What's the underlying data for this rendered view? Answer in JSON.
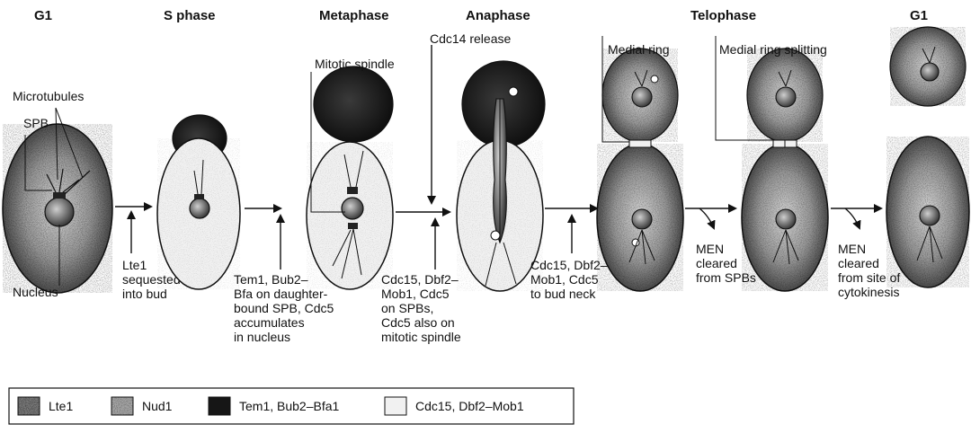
{
  "phases": {
    "g1_start": "G1",
    "s_phase": "S phase",
    "metaphase": "Metaphase",
    "anaphase": "Anaphase",
    "telophase": "Telophase",
    "g1_end": "G1"
  },
  "structure_labels": {
    "microtubules": "Microtubules",
    "spb": "SPB",
    "nucleus": "Nucleus",
    "mitotic_spindle": "Mitotic spindle",
    "cdc14_release": "Cdc14 release",
    "medial_ring": "Medial ring",
    "medial_ring_splitting": "Medial ring splitting"
  },
  "step_notes": {
    "lte1": [
      "Lte1",
      "sequested",
      "into bud"
    ],
    "tem1": [
      "Tem1, Bub2–",
      "Bfa on daughter-",
      "bound SPB, Cdc5",
      "accumulates",
      "in nucleus"
    ],
    "cdc15_spb": [
      "Cdc15, Dbf2–",
      "Mob1, Cdc5",
      "on SPBs,",
      "Cdc5 also on",
      "mitotic spindle"
    ],
    "cdc15_neck": [
      "Cdc15, Dbf2–",
      "Mob1, Cdc5",
      "to bud neck"
    ],
    "men_spb": [
      "MEN",
      "cleared",
      "from SPBs"
    ],
    "men_cyto": [
      "MEN",
      "cleared",
      "from site of",
      "cytokinesis"
    ]
  },
  "legend": {
    "items": [
      {
        "label": "Lte1",
        "pattern": "dense-stipple"
      },
      {
        "label": "Nud1",
        "pattern": "medium-stipple"
      },
      {
        "label": "Tem1, Bub2–Bfa1",
        "pattern": "solid-dark"
      },
      {
        "label": "Cdc15, Dbf2–Mob1",
        "pattern": "light-stipple"
      }
    ]
  },
  "colors": {
    "ink": "#111111",
    "dark_fill": "#161616",
    "light_fill": "#f1f1f1"
  }
}
